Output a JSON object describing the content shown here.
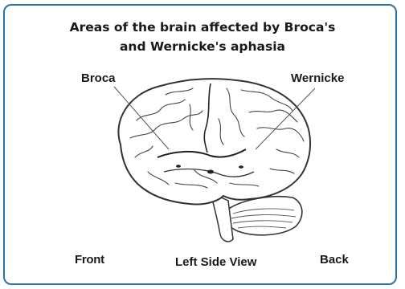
{
  "title": {
    "line1": "Areas of the brain affected by Broca's",
    "line2": "and Wernicke's aphasia"
  },
  "labels": {
    "broca": "Broca",
    "wernicke": "Wernicke",
    "front": "Front",
    "side_view": "Left Side View",
    "back": "Back"
  },
  "colors": {
    "frame": "#2a72a8",
    "highlight": "#bdbdbd",
    "outline": "#333333"
  },
  "icons": {
    "brain": "brain-illustration"
  }
}
